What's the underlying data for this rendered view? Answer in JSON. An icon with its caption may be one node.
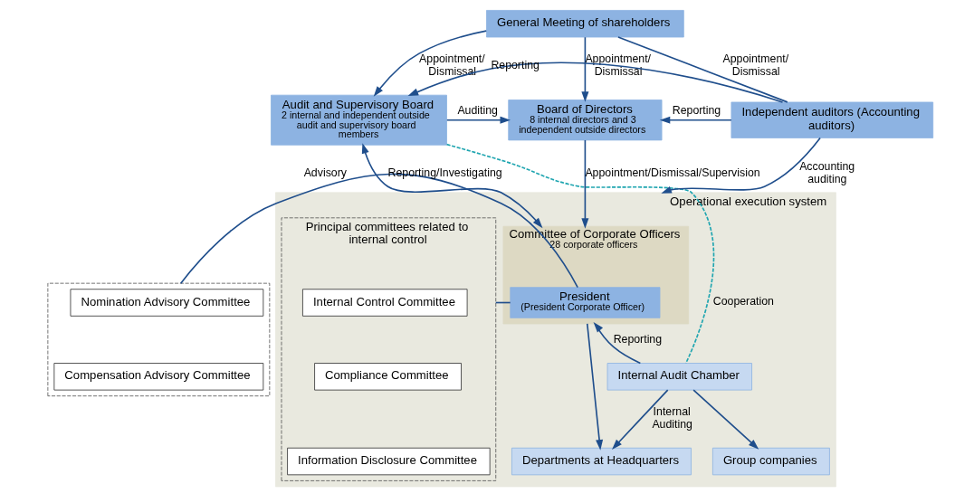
{
  "diagram": {
    "nodes": [
      {
        "text": [
          "General Meeting of shareholders"
        ]
      },
      {
        "text": [
          "Audit and Supervisory Board",
          "2 internal and independent outside audit and supervisory board members"
        ]
      },
      {
        "text": [
          "Board of Directors",
          "8 internal directors and 3 independent outside directors"
        ]
      },
      {
        "text": [
          "Independent auditors (Accounting auditors)"
        ]
      },
      {
        "text": [
          "Operational execution system"
        ]
      },
      {
        "text": [
          "Committee of Corporate Officers",
          "28 corporate officers"
        ],
        "in": 4
      },
      {
        "text": [
          "President",
          "(President Corporate Officer)"
        ],
        "in": 5
      },
      {
        "text": [
          "Principal committees related to internal control"
        ],
        "in": 4
      },
      {
        "text": [
          "Internal Control Committee"
        ],
        "in": 7
      },
      {
        "text": [
          "Compliance Committee"
        ],
        "in": 7
      },
      {
        "text": [
          "Information Disclosure Committee"
        ],
        "in": 7
      },
      {
        "text": [],
        "shape": "box"
      },
      {
        "text": [
          "Nomination Advisory Committee"
        ],
        "in": 11
      },
      {
        "text": [
          "Compensation Advisory Committee"
        ],
        "in": 11
      },
      {
        "text": [
          "Internal Audit Chamber"
        ],
        "in": 4
      },
      {
        "text": [
          "Departments at Headquarters"
        ],
        "in": 4
      },
      {
        "text": [
          "Group companies"
        ],
        "in": 4
      }
    ],
    "edges": [
      {
        "from": 0,
        "to": 1,
        "arrow": "to",
        "label": "Appointment/ Dismissal"
      },
      {
        "from": 0,
        "to": 2,
        "arrow": "to",
        "label": "Appointment/ Dismissal"
      },
      {
        "from": 0,
        "to": 3,
        "arrow": "none",
        "label": "Appointment/ Dismissal"
      },
      {
        "from": 1,
        "to": 2,
        "arrow": "to",
        "label": "Auditing"
      },
      {
        "from": 3,
        "to": 2,
        "arrow": "to",
        "label": "Reporting"
      },
      {
        "from": 3,
        "to": 1,
        "arrow": "to",
        "label": "Reporting"
      },
      {
        "from": 2,
        "to": 5,
        "arrow": "to",
        "label": "Appointment/Dismissal/Supervision"
      },
      {
        "from": 3,
        "to": 4,
        "arrow": "to",
        "label": "Accounting auditing"
      },
      {
        "from": 1,
        "to": 5,
        "arrow": "both",
        "label": "Reporting/Investigating"
      },
      {
        "from": 11,
        "to": 6,
        "arrow": "none",
        "label": "Advisory"
      },
      {
        "from": 6,
        "to": 7,
        "arrow": "none"
      },
      {
        "from": 14,
        "to": 5,
        "arrow": "to",
        "label": "Reporting"
      },
      {
        "from": 5,
        "to": 15,
        "arrow": "to"
      },
      {
        "from": 14,
        "to": 15,
        "arrow": "to",
        "label": "Internal Auditing"
      },
      {
        "from": 14,
        "to": 16,
        "arrow": "to"
      },
      {
        "from": 1,
        "to": 14,
        "arrow": "none",
        "style": "dashed",
        "color": "#1fa5b0",
        "label": "Cooperation"
      }
    ]
  }
}
